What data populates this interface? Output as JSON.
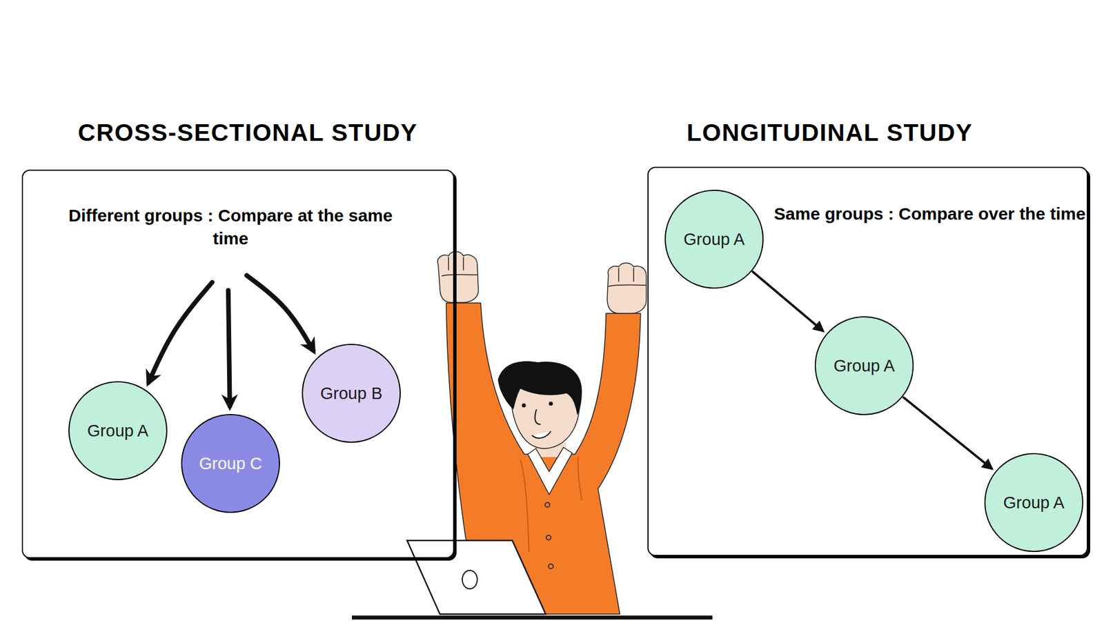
{
  "diagram": {
    "nodes": [
      {
        "text": [
          "CROSS-SECTIONAL STUDY",
          "Different groups : Compare at the same time"
        ]
      },
      {
        "text": [
          "Group A"
        ],
        "in": 0
      },
      {
        "text": [
          "Group C"
        ],
        "in": 0
      },
      {
        "text": [
          "Group B"
        ],
        "in": 0
      },
      {
        "text": [
          "LONGITUDINAL STUDY",
          "Same groups : Compare over the time"
        ]
      },
      {
        "text": [
          "Group A"
        ],
        "in": 4
      },
      {
        "text": [
          "Group A"
        ],
        "in": 4
      },
      {
        "text": [
          "Group A"
        ],
        "in": 4
      }
    ],
    "edges": [
      {
        "from": 0,
        "to": 1,
        "arrow": "to"
      },
      {
        "from": 0,
        "to": 2,
        "arrow": "to"
      },
      {
        "from": 0,
        "to": 3,
        "arrow": "to"
      },
      {
        "from": 5,
        "to": 6,
        "arrow": "to"
      },
      {
        "from": 6,
        "to": 7,
        "arrow": "to"
      }
    ]
  }
}
